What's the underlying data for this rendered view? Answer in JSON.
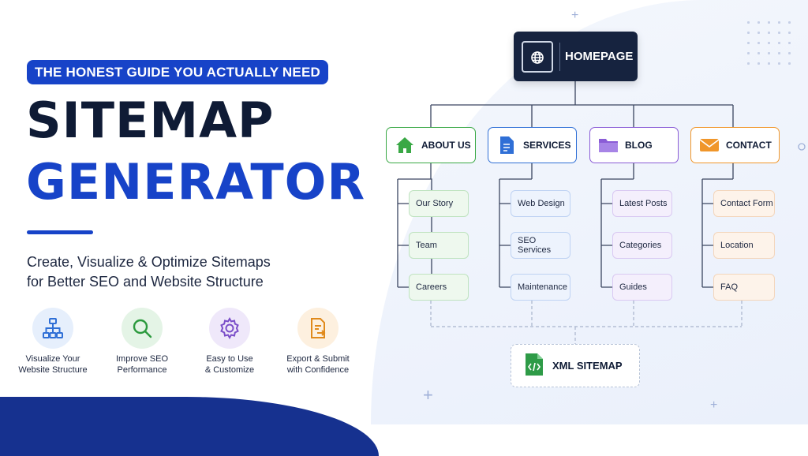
{
  "header": {
    "badge": "THE HONEST GUIDE YOU ACTUALLY NEED",
    "title_line1": "SITEMAP",
    "title_line2": "GENERATOR",
    "subtitle_line1": "Create, Visualize & Optimize Sitemaps",
    "subtitle_line2": "for Better SEO and Website Structure"
  },
  "features": [
    {
      "line1": "Visualize Your",
      "line2": "Website Structure",
      "icon": "sitemap-icon",
      "color": "#2f6fd6",
      "bg": "#e6effc"
    },
    {
      "line1": "Improve SEO",
      "line2": "Performance",
      "icon": "magnifier-icon",
      "color": "#2c9a3e",
      "bg": "#e4f4e6"
    },
    {
      "line1": "Easy to Use",
      "line2": "& Customize",
      "icon": "gear-icon",
      "color": "#7b4fc9",
      "bg": "#efe8fa"
    },
    {
      "line1": "Export & Submit",
      "line2": "with Confidence",
      "icon": "document-export-icon",
      "color": "#e08a1c",
      "bg": "#fdf0df"
    }
  ],
  "diagram": {
    "root": {
      "label": "HOMEPAGE",
      "icon": "globe-browser-icon"
    },
    "sections": [
      {
        "label": "ABOUT US",
        "icon": "home-icon",
        "color": "#39a845",
        "children": [
          "Our Story",
          "Team",
          "Careers"
        ]
      },
      {
        "label": "SERVICES",
        "icon": "document-icon",
        "color": "#2f6fd6",
        "children": [
          "Web Design",
          "SEO Services",
          "Maintenance"
        ]
      },
      {
        "label": "BLOG",
        "icon": "folder-icon",
        "color": "#8a5cd6",
        "children": [
          "Latest Posts",
          "Categories",
          "Guides"
        ]
      },
      {
        "label": "CONTACT",
        "icon": "envelope-icon",
        "color": "#f0962a",
        "children": [
          "Contact Form",
          "Location",
          "FAQ"
        ]
      }
    ],
    "output": {
      "label": "XML SITEMAP",
      "icon": "xml-file-icon",
      "color": "#2e9b47"
    }
  }
}
